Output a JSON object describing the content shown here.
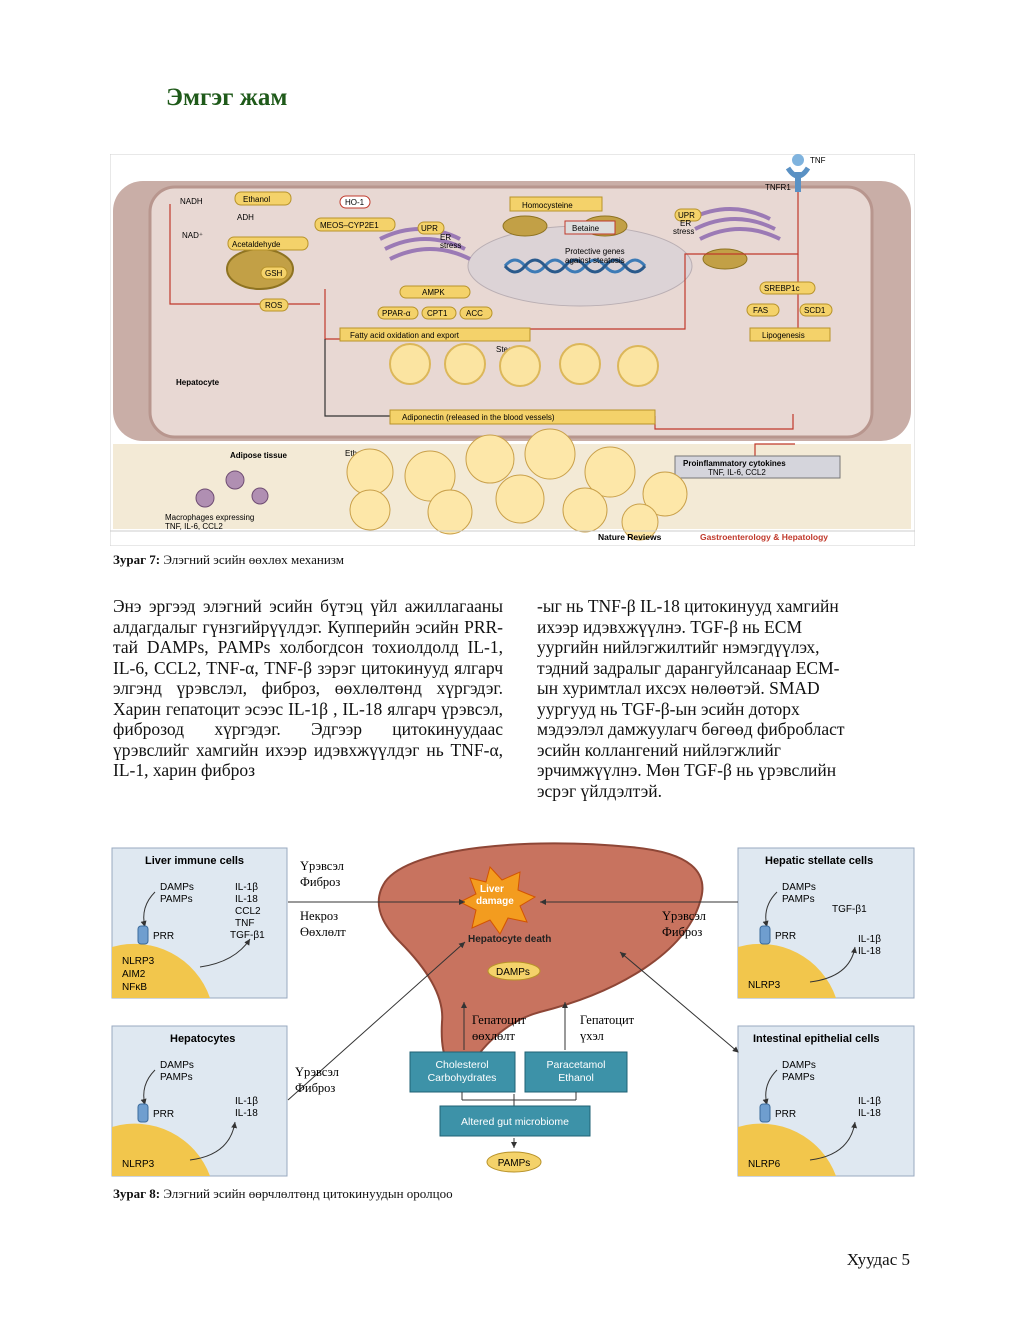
{
  "heading": "Эмгэг жам",
  "figure7": {
    "caption_label": "Зураг 7:",
    "caption_text": "Элэгний эсийн өөхлөх механизм",
    "labels": {
      "tnf": "TNF",
      "tnfr1": "TNFR1",
      "nadh": "NADH",
      "nad": "NAD⁺",
      "ethanol": "Ethanol",
      "adh": "ADH",
      "acetaldehyde": "Acetaldehyde",
      "ho1": "HO-1",
      "meos": "MEOS–CYP2E1",
      "homocysteine": "Homocysteine",
      "betaine": "Betaine",
      "upr": "UPR",
      "er": "ER",
      "stress": "stress",
      "protective1": "Protective genes",
      "protective2": "against steatosis",
      "gsh": "GSH",
      "ros": "ROS",
      "ampk": "AMPK",
      "ppar": "PPAR-α",
      "cpt1": "CPT1",
      "acc": "ACC",
      "srebp": "SREBP1c",
      "fas": "FAS",
      "scd1": "SCD1",
      "lipogenesis": "Lipogenesis",
      "fao": "Fatty acid oxidation and export",
      "steatosis": "Steatosis",
      "hepatocyte": "Hepatocyte",
      "adiponectin": "Adiponectin (released in the blood vessels)",
      "adipose": "Adipose tissue",
      "ethanol2": "Ethanol",
      "cyto1": "Proinflammatory cytokines",
      "cyto2": "TNF, IL-6, CCL2",
      "macro1": "Macrophages expressing",
      "macro2": "TNF, IL-6, CCL2",
      "nature": "Nature Reviews",
      "journal": "Gastroenterology & Hepatology"
    }
  },
  "body_left": "Энэ эргээд элэгний эсийн бүтэц үйл ажиллагааны алдагдалыг гүнзгийрүүлдэг. Купперийн эсийн PRR-тай DAMPs, PAMPs холбогдсон тохиолдолд IL-1, IL-6, CCL2, TNF-α, TNF-β зэрэг цитокинууд ялгарч элгэнд үрэвслэл, фиброз, өөхлөлтөнд хүргэдэг. Харин гепатоцит эсээс IL-1β , IL-18 ялгарч үрэвсэл, фиброзод хүргэдэг. Эдгээр цитокинуудаас үрэвслийг хамгийн ихээр идэвхжүүлдэг нь TNF-α, IL-1, харин фиброз",
  "body_right_lines": [
    "-ыг нь TNF-β IL-18 цитокинууд хамгийн",
    "ихээр идэвхжүүлнэ. TGF-β нь  ECM",
    "уургийн нийлэгжилтийг нэмэгдүүлэх,",
    "тэдний задралыг  дарангуйлсанаар ECM-",
    "ын хуримтлал ихсэх нөлөөтэй. SMAD",
    "уургууд нь TGF-β-ын эсийн доторх",
    "мэдээлэл дамжуулагч бөгөөд фибробласт",
    "эсийн коллангений нийлэгжлийг",
    "эрчимжүүлнэ. Мөн TGF-β  нь үрэвслийн",
    "эсрэг үйлдэлтэй."
  ],
  "figure8": {
    "caption_label": "Зураг 8:",
    "caption_text": "Элэгний эсийн өөрчлөлтөнд цитокинуудын оролцоо",
    "panels": {
      "immune": {
        "title": "Liver immune cells",
        "damps": "DAMPs",
        "pamps": "PAMPs",
        "prr": "PRR",
        "receptors": [
          "NLRP3",
          "AIM2",
          "NFκB"
        ],
        "cytokines": [
          "IL-1β",
          "IL-18",
          "CCL2",
          "TNF",
          "TGF-β1"
        ]
      },
      "stellate": {
        "title": "Hepatic stellate cells",
        "damps": "DAMPs",
        "pamps": "PAMPs",
        "prr": "PRR",
        "receptor": "NLRP3",
        "tgf": "TGF-β1",
        "cytokines": [
          "IL-1β",
          "IL-18"
        ]
      },
      "hepatocytes": {
        "title": "Hepatocytes",
        "damps": "DAMPs",
        "pamps": "PAMPs",
        "prr": "PRR",
        "receptor": "NLRP3",
        "cytokines": [
          "IL-1β",
          "IL-18"
        ]
      },
      "intestinal": {
        "title": "Intestinal epithelial cells",
        "damps": "DAMPs",
        "pamps": "PAMPs",
        "prr": "PRR",
        "receptor": "NLRP6",
        "cytokines": [
          "IL-1β",
          "IL-18"
        ]
      }
    },
    "liver_damage": [
      "Liver",
      "damage"
    ],
    "hepatocyte_death": "Hepatocyte death",
    "damps": "DAMPs",
    "pamps": "PAMPs",
    "ann_inflam1": [
      "Үрэвсэл",
      "Фиброз"
    ],
    "ann_necrosis": [
      "Некроз",
      "Өөхлөлт"
    ],
    "ann_inflam2": [
      "Үрэвсэл",
      "Фиброз"
    ],
    "ann_inflam3": [
      "Үрэвсэл",
      "Фиброз"
    ],
    "ann_fatty": [
      "Гепатоцит",
      "өөхлөлт"
    ],
    "ann_poison": [
      "Гепатоцит",
      "үхэл"
    ],
    "box_chol": [
      "Cholesterol",
      "Carbohydrates"
    ],
    "box_para": [
      "Paracetamol",
      "Ethanol"
    ],
    "box_gut": "Altered gut microbiome"
  },
  "page_number": "Хуудас 5"
}
